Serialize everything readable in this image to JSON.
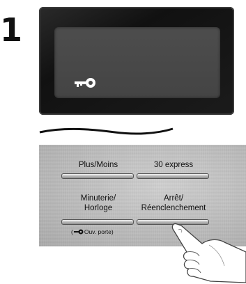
{
  "step_number": "1",
  "panel": {
    "btn_plus_moins": "Plus/Moins",
    "btn_30_express": "30 express",
    "btn_minuterie_line1": "Minuterie/",
    "btn_minuterie_line2": "Horloge",
    "btn_arret_line1": "Arrêt/",
    "btn_arret_line2": "Réenclenchement",
    "door_open_note_prefix": "(",
    "door_open_note": "Ouv. porte)"
  },
  "icons": {
    "display_key": "key-icon",
    "note_key": "key-icon",
    "hand": "pointing-hand-icon"
  },
  "colors": {
    "display_bezel": "#151515",
    "display_screen": "#484848",
    "panel_background": "#bdbdbd"
  }
}
